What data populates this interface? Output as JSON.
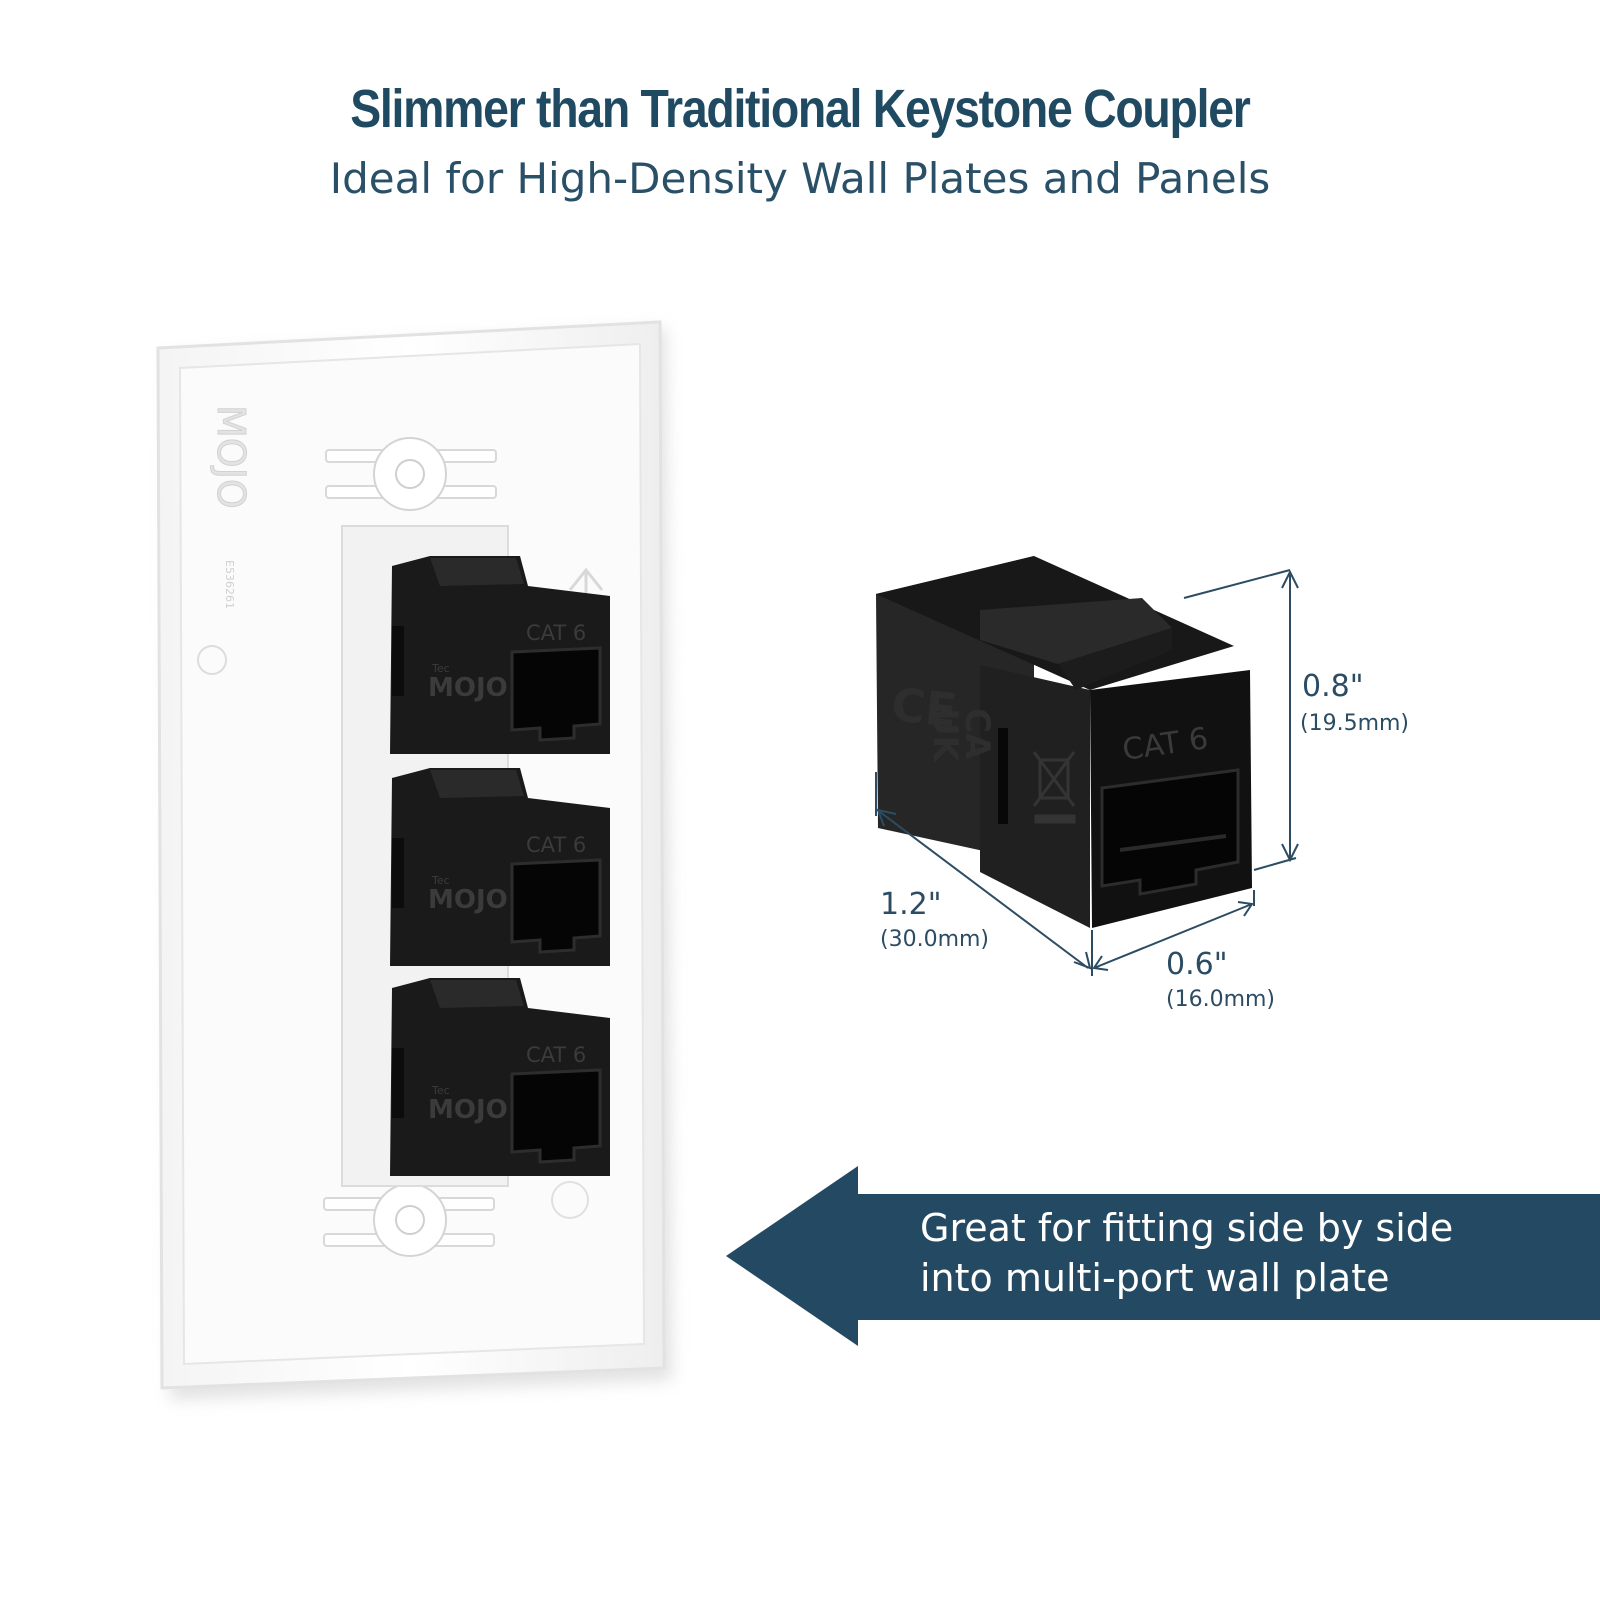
{
  "headline": {
    "title": "Slimmer than Traditional Keystone Coupler",
    "subtitle": "Ideal for High-Density Wall Plates and Panels"
  },
  "wall_plate": {
    "port_label": "CAT 6",
    "port_brand": "MOJO",
    "port_brand_prefix": "Tec",
    "plate_brand": "MOJO",
    "cert_text": "E536261"
  },
  "coupler": {
    "port_label": "CAT 6",
    "marks": [
      "CE",
      "UK",
      "CA"
    ]
  },
  "dimensions": {
    "height": {
      "imperial": "0.8\"",
      "metric": "(19.5mm)"
    },
    "length": {
      "imperial": "1.2\"",
      "metric": "(30.0mm)"
    },
    "width": {
      "imperial": "0.6\"",
      "metric": "(16.0mm)"
    }
  },
  "callout": {
    "line1": "Great for fitting side by side",
    "line2": "into multi-port wall plate"
  },
  "colors": {
    "navy": "#1f4a62",
    "callout_bg": "#234a62",
    "jack": "#1a1a1a"
  }
}
